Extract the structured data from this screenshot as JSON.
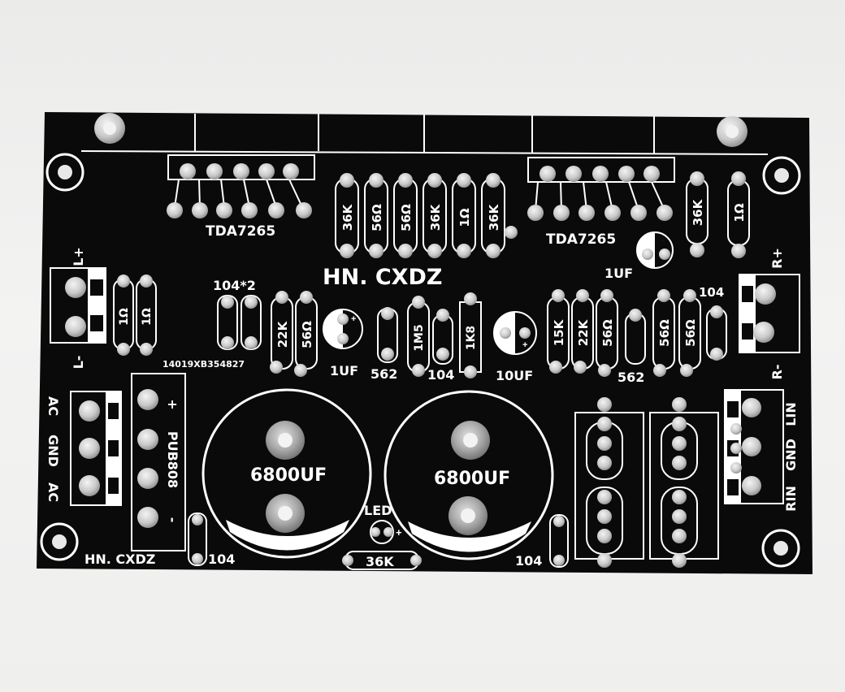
{
  "colors": {
    "background": "#efefee",
    "pcb": "#0a0a0a",
    "silkscreen": "#ffffff",
    "pad": "#c8c8c8"
  },
  "board": {
    "brand_center": "HN. CXDZ",
    "brand_corner": "HN. CXDZ",
    "batch_code": "14019XB354827",
    "chip_left": "TDA7265",
    "chip_right": "TDA7265",
    "left_plus": "L+",
    "left_minus": "L-",
    "right_plus": "R+",
    "right_minus": "R-",
    "power_ac_top": "AC",
    "power_gnd": "GND",
    "power_ac_bottom": "AC",
    "bridge_label": "PUB808",
    "bridge_plus": "+",
    "bridge_minus": "-",
    "input_lin": "LIN",
    "input_gnd": "GND",
    "input_rin": "RIN",
    "cap_main_left": "6800UF",
    "cap_main_right": "6800UF",
    "led_label": "LED",
    "led_res": "36K",
    "pair_label": "104*2",
    "cap_104_mid": "104",
    "cap_104_top_right": "104",
    "cap_104_bottom_left": "104",
    "cap_104_bottom_right": "104",
    "cap_1uf_left": "1UF",
    "cap_1uf_right": "1UF",
    "cap_10uf": "10UF",
    "cap_562_left": "562",
    "cap_562_right": "562",
    "top_resistors": [
      "36K",
      "56Ω",
      "56Ω",
      "36K",
      "1Ω",
      "36K"
    ],
    "right_top_resistors": [
      "36K",
      "1Ω"
    ],
    "left_output_resistors": [
      "1Ω",
      "1Ω"
    ],
    "left_feedback_resistors": [
      "22K",
      "56Ω"
    ],
    "mid_resistors": [
      "1M5",
      "1K8"
    ],
    "right_feedback_resistors": [
      "15K",
      "22K",
      "56Ω",
      "56Ω",
      "56Ω"
    ]
  }
}
